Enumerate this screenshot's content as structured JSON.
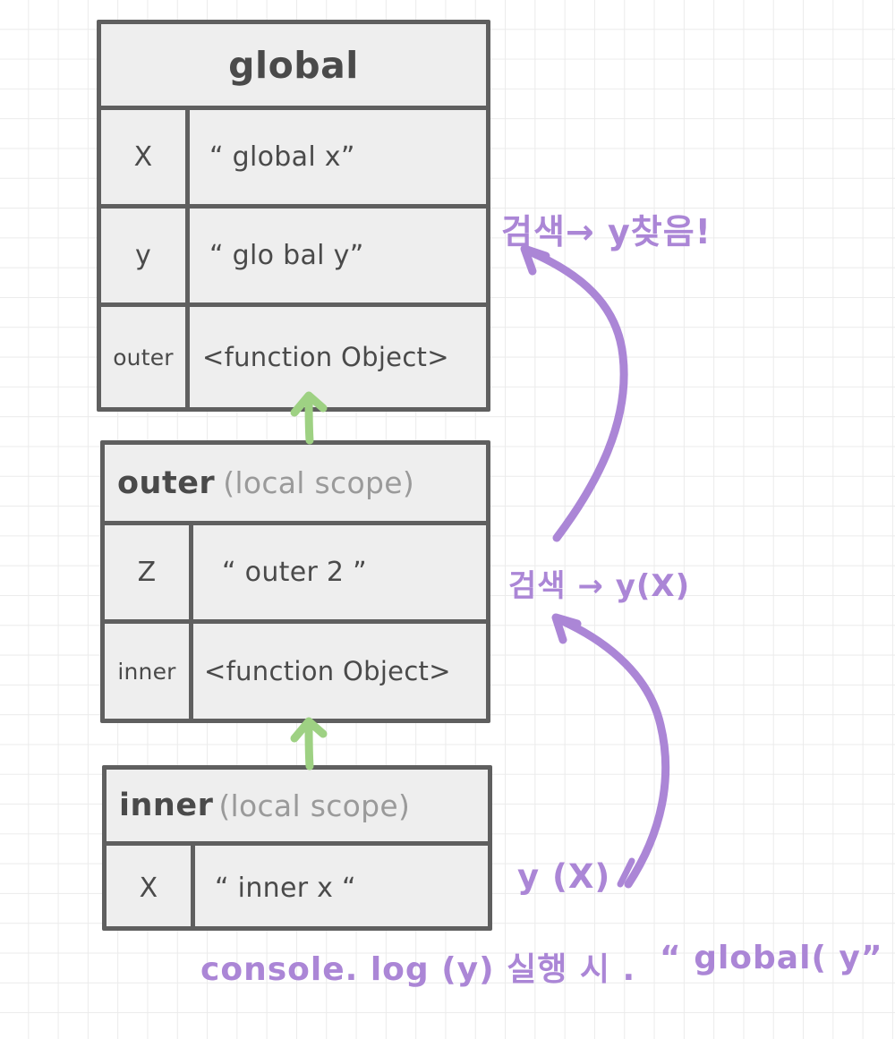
{
  "diagram": {
    "title": "JavaScript scope chain hand-drawn diagram",
    "colors": {
      "box_fill": "#eeeeee",
      "box_border": "#5f5f5f",
      "ink": "#4a4a4a",
      "muted_ink": "#9a9a9a",
      "purple": "#ab86d6",
      "green": "#9ed183",
      "grid": "#ebebeb",
      "paper": "#ffffff"
    }
  },
  "scopes": [
    {
      "id": "global",
      "title": "global",
      "subtitle": "",
      "rows": [
        {
          "key": "X",
          "value": "“ global x”"
        },
        {
          "key": "y",
          "value": "“ glo bal y”"
        },
        {
          "key": "outer",
          "value": "<function Object>"
        }
      ]
    },
    {
      "id": "outer",
      "title": "outer",
      "subtitle": "(local scope)",
      "rows": [
        {
          "key": "Z",
          "value": "“ outer 2 ”"
        },
        {
          "key": "inner",
          "value": "<function Object>"
        }
      ]
    },
    {
      "id": "inner",
      "title": "inner",
      "subtitle": "(local scope)",
      "rows": [
        {
          "key": "X",
          "value": "“ inner x “"
        }
      ]
    }
  ],
  "annotations": [
    {
      "id": "search-found-y",
      "text": "검색→ y찾음!"
    },
    {
      "id": "search-y-missing-outer",
      "text": "검색 → y(X)"
    },
    {
      "id": "y-missing-inner",
      "text": "y (X)"
    },
    {
      "id": "caption",
      "text": "console. log (y) 실행 시 ."
    },
    {
      "id": "caption-result",
      "text": "“ global( y”"
    }
  ],
  "arrows": [
    {
      "id": "inner-to-outer-link",
      "color": "#9ed183",
      "direction": "up",
      "meaning": "inner function object reference"
    },
    {
      "id": "outer-to-global-link",
      "color": "#9ed183",
      "direction": "up",
      "meaning": "outer function object reference"
    },
    {
      "id": "lookup-outer-to-global",
      "color": "#ab86d6",
      "direction": "up-left",
      "meaning": "scope lookup continues to global"
    },
    {
      "id": "lookup-inner-to-outer",
      "color": "#ab86d6",
      "direction": "up-left",
      "meaning": "scope lookup continues to outer"
    }
  ]
}
